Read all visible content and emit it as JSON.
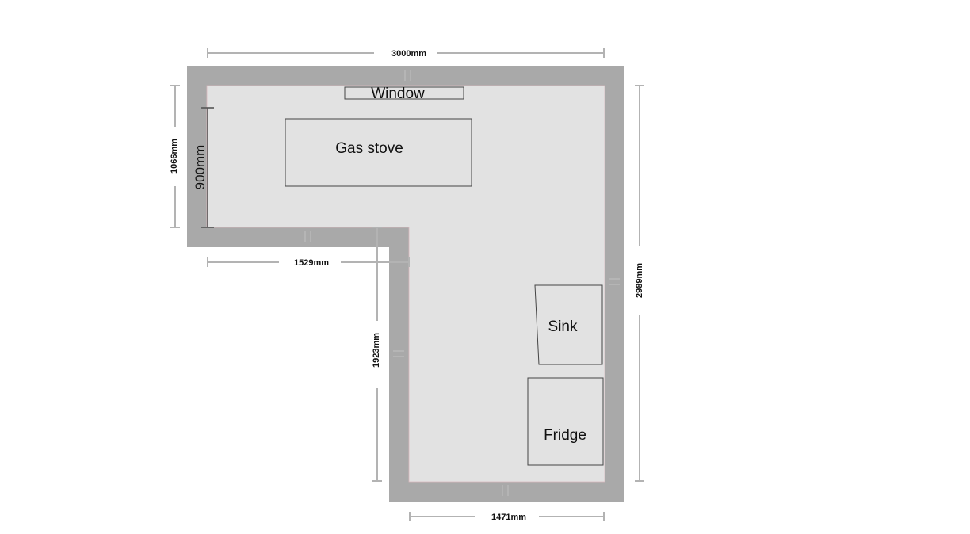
{
  "dimensions": {
    "top": "3000mm",
    "left_outer": "1066mm",
    "left_inner": "900mm",
    "inner_step": "1529mm",
    "inner_vertical": "1923mm",
    "right": "2989mm",
    "bottom": "1471mm"
  },
  "fixtures": {
    "window": "Window",
    "gas_stove": "Gas stove",
    "sink": "Sink",
    "fridge": "Fridge"
  },
  "colors": {
    "wall": "#a9a9a9",
    "floor": "#e2e2e2",
    "fixture_stroke": "#444444",
    "dimension_line": "#b3b3b3"
  }
}
